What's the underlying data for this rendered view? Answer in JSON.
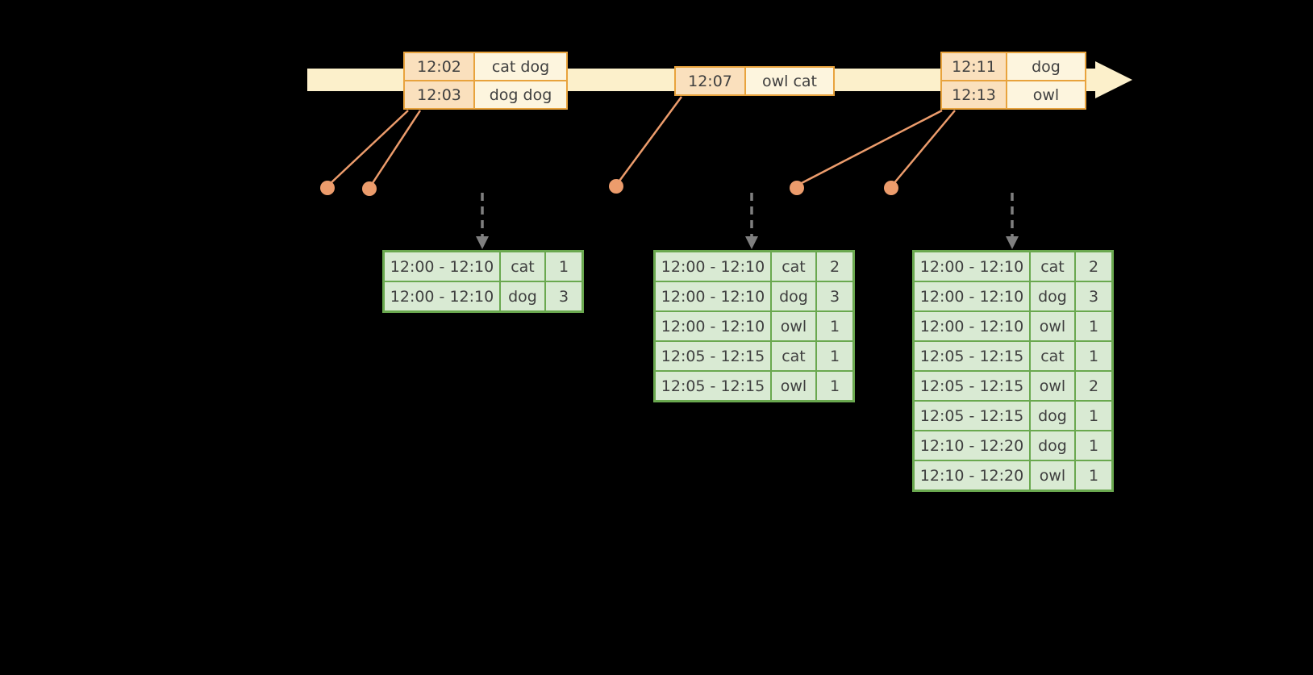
{
  "colors": {
    "canvas_bg": "#000000",
    "timeline_fill": "#FCF0CB",
    "event_border": "#E8A33D",
    "event_time_fill": "#FAE0BD",
    "event_word_fill": "#FDF5DE",
    "connector": "#EC9C6C",
    "trigger_arrow": "#7F7F7F",
    "result_border": "#6AA84F",
    "result_cell_fill": "#D9EAD3",
    "cell_text": "#3F3F3F"
  },
  "event_groups": [
    {
      "rows": [
        {
          "time": "12:02",
          "words": "cat dog"
        },
        {
          "time": "12:03",
          "words": "dog dog"
        }
      ]
    },
    {
      "rows": [
        {
          "time": "12:07",
          "words": "owl cat"
        }
      ]
    },
    {
      "rows": [
        {
          "time": "12:11",
          "words": "dog"
        },
        {
          "time": "12:13",
          "words": "owl"
        }
      ]
    }
  ],
  "result_tables": [
    {
      "rows": [
        {
          "window": "12:00 - 12:10",
          "word": "cat",
          "count": "1"
        },
        {
          "window": "12:00 - 12:10",
          "word": "dog",
          "count": "3"
        }
      ]
    },
    {
      "rows": [
        {
          "window": "12:00 - 12:10",
          "word": "cat",
          "count": "2"
        },
        {
          "window": "12:00 - 12:10",
          "word": "dog",
          "count": "3"
        },
        {
          "window": "12:00 - 12:10",
          "word": "owl",
          "count": "1"
        },
        {
          "window": "12:05 - 12:15",
          "word": "cat",
          "count": "1"
        },
        {
          "window": "12:05 - 12:15",
          "word": "owl",
          "count": "1"
        }
      ]
    },
    {
      "rows": [
        {
          "window": "12:00 - 12:10",
          "word": "cat",
          "count": "2"
        },
        {
          "window": "12:00 - 12:10",
          "word": "dog",
          "count": "3"
        },
        {
          "window": "12:00 - 12:10",
          "word": "owl",
          "count": "1"
        },
        {
          "window": "12:05 - 12:15",
          "word": "cat",
          "count": "1"
        },
        {
          "window": "12:05 - 12:15",
          "word": "owl",
          "count": "2"
        },
        {
          "window": "12:05 - 12:15",
          "word": "dog",
          "count": "1"
        },
        {
          "window": "12:10 - 12:20",
          "word": "dog",
          "count": "1"
        },
        {
          "window": "12:10 - 12:20",
          "word": "owl",
          "count": "1"
        }
      ]
    }
  ]
}
